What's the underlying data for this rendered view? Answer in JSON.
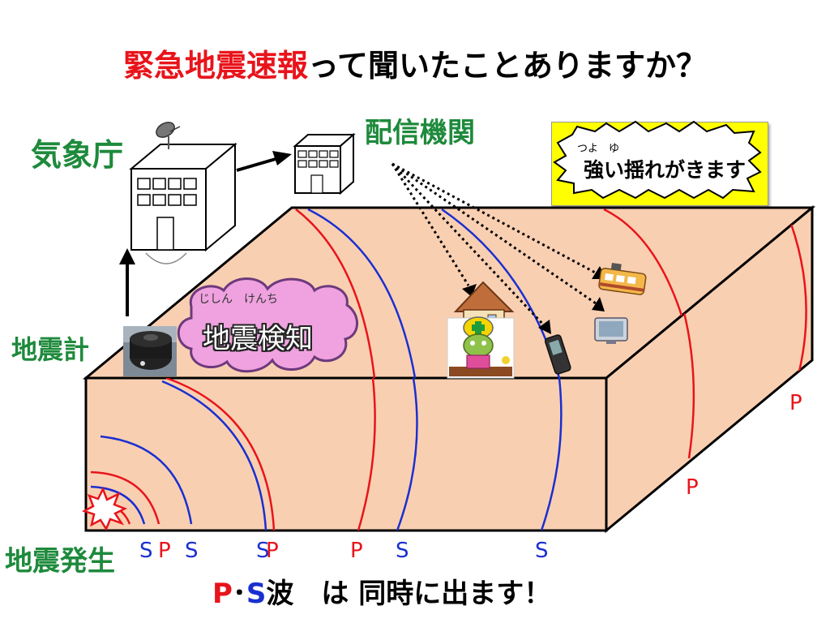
{
  "title": {
    "highlight": "緊急地震速報",
    "rest": "って聞いたことありますか？"
  },
  "labels": {
    "jma": "気象庁",
    "distribution": "配信機関",
    "seismometer": "地震計",
    "occurrence": "地震発生"
  },
  "warning": {
    "ruby": "つよ　ゆ",
    "text": "強い揺れがきます"
  },
  "detection": {
    "ruby": "じしん　けんち",
    "text": "地震検知"
  },
  "caption": {
    "p": "P",
    "dot": "･",
    "s": "S",
    "rest": "波　は 同時に出ます！"
  },
  "wave_labels": {
    "s1": "S",
    "p1": "P",
    "s2": "S",
    "s3": "S",
    "p3": "P",
    "p4": "P",
    "s4": "S",
    "s5": "S",
    "p_side1": "P",
    "p_side2": "P"
  },
  "colors": {
    "p_wave": "#e8141b",
    "s_wave": "#1a2fd0",
    "ground": "#f9cfb2",
    "label_green": "#1e8a3c",
    "warning_bg": "#ffff00"
  },
  "icons": [
    "satellite-dish-icon",
    "building-icon",
    "seismometer-icon",
    "house-icon",
    "mascot-icon",
    "mobile-phone-icon",
    "train-icon",
    "television-icon",
    "explosion-icon"
  ]
}
